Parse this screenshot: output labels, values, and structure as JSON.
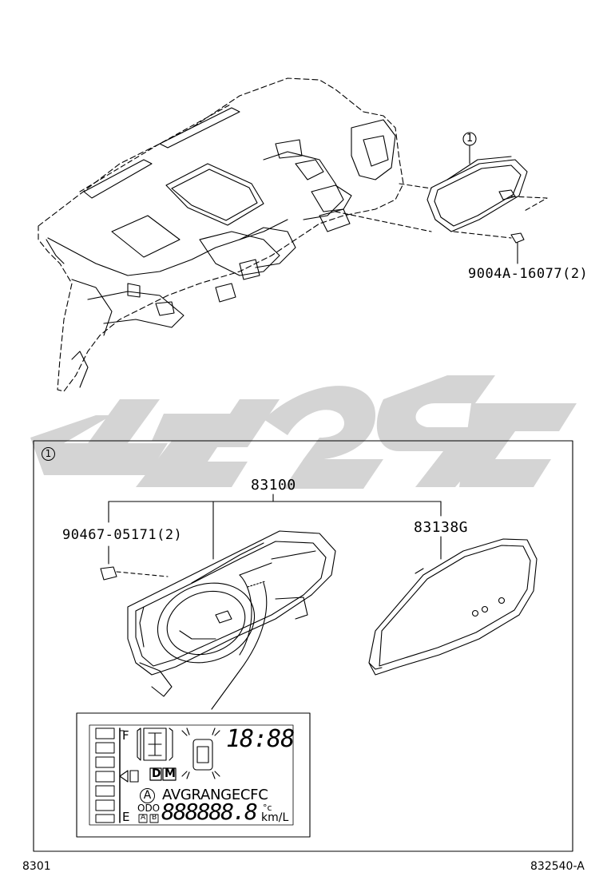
{
  "callout_number": "1",
  "top_parts": {
    "bolt_part_number": "9004A-16077(2)"
  },
  "detail_box": {
    "callout": "1",
    "meter_assembly_part_number": "83100",
    "clip_part_number": "90467-05171(2)",
    "glass_part_number": "83138G"
  },
  "display": {
    "fuel_full_mark": "F",
    "fuel_empty_mark": "E",
    "clock_digits": "18:88",
    "mode_d": "D",
    "mode_m": "M",
    "circled_a": "A",
    "modes_row": "AVGRANGECFC",
    "odo_label": "ODO",
    "trip_a": "A",
    "trip_b": "B",
    "odometer_digits": "888888.8",
    "temp_unit": "°c",
    "fuel_unit": "km/L"
  },
  "footer": {
    "left_code": "8301",
    "right_code": "832540-A"
  },
  "watermark_color": "#d4d4d4"
}
